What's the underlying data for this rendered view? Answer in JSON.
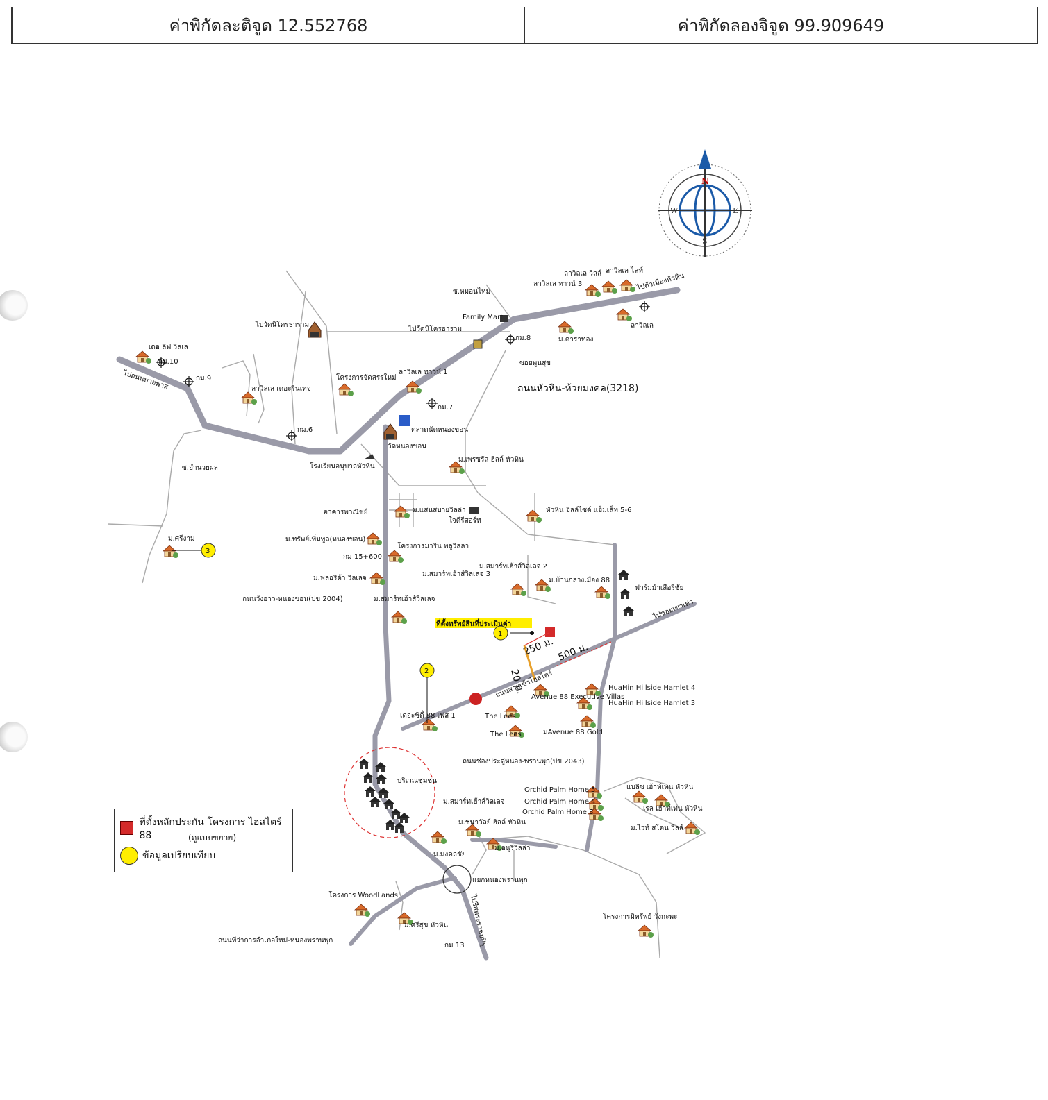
{
  "header": {
    "latitude_text": "ค่าพิกัดละติจูด 12.552768",
    "longitude_text": "ค่าพิกัดลองจิจูด 99.909649"
  },
  "compass": {
    "n": "N",
    "s": "S",
    "e": "E",
    "w": "W"
  },
  "legend": {
    "subject_label": "ที่ตั้งหลักประกัน โครงการ ไฮสไตร์ 88",
    "subject_sub": "(ดูแบบขยาย)",
    "comparable_label": "ข้อมูลเปรียบเทียบ",
    "subject_color": "#d42a2a",
    "comparable_color": "#ffee00"
  },
  "markers": {
    "m1": "1",
    "m2": "2",
    "m3": "3"
  },
  "distances": {
    "d20": "20 ม.",
    "d250": "250 ม.",
    "d500": "500 ม."
  },
  "subject_tag": "ที่ตั้งทรัพย์สินที่ประเมินค่า",
  "labels": {
    "to_hua_hin": "ไปตัวเมืองหัวหิน",
    "laguna_village": "ลาวิลเล วิลล์",
    "laguna_light": "ลาวิลเล ไลท์",
    "laguna_town3": "ลาวิลเล ทาวน์ 3",
    "soi_moo_ban_mai": "ซ.หมอนไหม",
    "family_mart": "Family Mart",
    "laville": "ลาวิลเล",
    "km8_top": "กม.8",
    "daratong": "ม.ดาราทอง",
    "to_wat_nong_khrai": "ไปวัดนิโครธาราม",
    "to_wat_top": "ไปวัดนิโครธาราม",
    "soi_phoon_suk": "ซอยพูนสุข",
    "road_3218": "ถนนหัวหิน-ห้วยมงคล(3218)",
    "the_live_villa": "เดอ ลิฟ วิลเล",
    "km10": "กม.10",
    "km9": "กม.9",
    "to_pranburi": "ไปอนนบายพาส",
    "laville_sereen": "ลาวิลเล เดอะรีนเทจ",
    "new_project": "โครงการจัดสรรใหม่",
    "laville_town1": "ลาวิลเล ทาวน์ 1",
    "km7": "กม.7",
    "km6": "กม.6",
    "nong_khon_market": "ตลาดนัดหนองขอน",
    "wat_nong_khon": "วัดหนองขอน",
    "school": "โรงเรียนอนุบาลหัวหิน",
    "soi_amnuay": "ซ.อำนวยผล",
    "m_sereen_hill": "ม.เพรชรัล ฮิลล์ หัวหิน",
    "commercial": "อาคารพาณิชย์",
    "saen_sabai": "ม.แสนสบายวิลล่า",
    "jinzi_resort": "ใจดีรีสอร์ท",
    "hua_hin_hillside": "หัวหิน ฮิลล์ไซด์ แฮ็มเล็ท 5-6",
    "m_siri_ngam": "ม.ศรีงาม",
    "sap_pheum_pool": "ม.ทรัพย์เพิ่มพูล(หนองขอน)",
    "km15_600": "กม 15+600",
    "marin_pool": "โครงการมาริน พลูวิลลา",
    "florida": "ม.ฟลอริด้า วิลเลจ",
    "smart_home3": "ม.สมาร์ทเฮ้าส์วิลเลจ 3",
    "smart_home2": "ม.สมาร์ทเฮ้าส์วิลเลจ 2",
    "ban_klang_muang": "ม.บ้านกลางเมือง 88",
    "horse_farm": "ฟาร์มม้าเสือริชัย",
    "road_2004": "ถนนวังอาว-หนองขอน(ปข 2004)",
    "smart_home": "ม.สมาร์ทเฮ้าส์วิลเลจ",
    "to_khao_tao": "ไปซอยเขาเต่า",
    "avenue_exec": "Avenue 88 Executive Villas",
    "hamlet4": "HuaHin Hillside Hamlet 4",
    "hamlet3": "HuaHin Hillside Hamlet 3",
    "the_city": "เดอะซิตี้ 88 เฟส 1",
    "the_lees1": "The Lees",
    "the_lees2": "The Lees",
    "avenue_gold": "มAvenue 88 Gold",
    "road_2043": "ถนนช่องประดู่หนอง-พรานพุก(ปข 2043)",
    "community": "บริเวณชุมชน",
    "smart_home_s": "ม.สมาร์ทเฮ้าส์วิลเลจ",
    "orchid5": "Orchid Palm Home 5",
    "orchid4": "Orchid Palm Home 4",
    "orchid3": "Orchid Palm Home 3",
    "bliss_home": "แบลิซ เฮ้าท์เทน หัวหิน",
    "rich_home": "เรล เฮ้าท์เทน หัวหิน",
    "white_stone": "ม.ไวท์ สโตน วิลล์",
    "chanan_hill": "ม.ชนาวัลย์ ฮิลล์ หัวหิน",
    "mongkol_chai": "ม.มงคลชัย",
    "sinsub_villa": "ม.อนุรีวิลล่า",
    "nong_phran_phuk": "แยกหนองพรานพุก",
    "woodlands": "โครงการ WoodLands",
    "sri_suk": "ม.ศรีสุข หัวหิน",
    "to_sam_roi_yot": "ไปรีสพระราชยปิรุ",
    "road_new_nong_phran": "ถนนทีว่าการอำเภอใหม่-หนองพรานพุก",
    "km13": "กม 13",
    "mitsap_project": "โครงการมิทรัพย์ วังกะพะ",
    "road_to_subject": "ถนนสายเข้าไฮสไตร์"
  }
}
